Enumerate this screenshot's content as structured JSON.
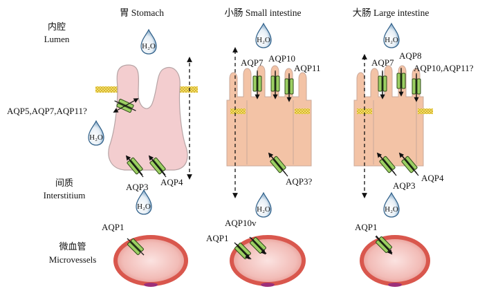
{
  "columns": [
    {
      "title": "胃 Stomach"
    },
    {
      "title": "小肠 Small intestine"
    },
    {
      "title": "大肠 Large intestine"
    }
  ],
  "rows": {
    "lumen_zh": "内腔",
    "lumen_en": "Lumen",
    "interstitium_zh": "间质",
    "interstitium_en": "Interstitium",
    "microvessels_zh": "微血管",
    "microvessels_en": "Microvessels"
  },
  "water": "H₂O",
  "labels": {
    "stomach_apical": "AQP5,AQP7,AQP11?",
    "stomach_aqp3": "AQP3",
    "stomach_aqp4": "AQP4",
    "stomach_aqp1": "AQP1",
    "small_aqp7": "AQP7",
    "small_aqp10": "AQP10",
    "small_aqp11": "AQP11",
    "small_aqp3q": "AQP3?",
    "small_aqp10v": "AQP10v",
    "small_aqp1": "AQP1",
    "large_aqp7": "AQP7",
    "large_aqp8": "AQP8",
    "large_aqp10_11": "AQP10,AQP11?",
    "large_aqp3": "AQP3",
    "large_aqp4": "AQP4",
    "large_aqp1": "AQP1"
  },
  "colors": {
    "stomach_cell": "#f3cdcf",
    "intestine_cell": "#f3c3a6",
    "channel": "#9ccf63",
    "junction": "#e8cf50",
    "water_drop": "#5e8fb8",
    "vessel_outer": "#d9574d",
    "vessel_inner": "#f0b6b2"
  }
}
